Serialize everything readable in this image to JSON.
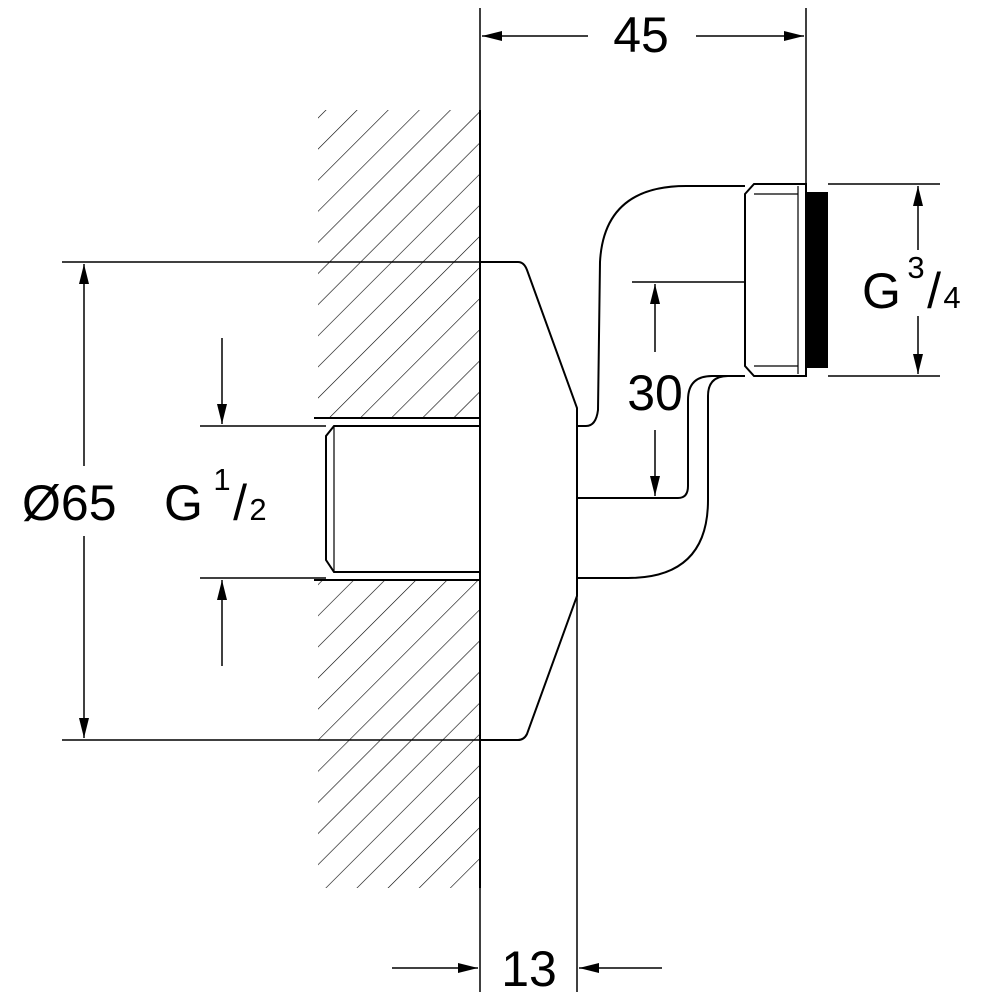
{
  "drawing": {
    "dimensions": {
      "overall_depth": "45",
      "flange_depth": "13",
      "offset": "30",
      "flange_diameter": "Ø65",
      "inlet_thread": {
        "prefix": "G",
        "numerator": "1",
        "slash": "/",
        "denominator": "2"
      },
      "outlet_thread": {
        "prefix": "G",
        "numerator": "3",
        "slash": "/",
        "denominator": "4"
      }
    },
    "colors": {
      "line": "#000000",
      "background": "#ffffff"
    }
  }
}
